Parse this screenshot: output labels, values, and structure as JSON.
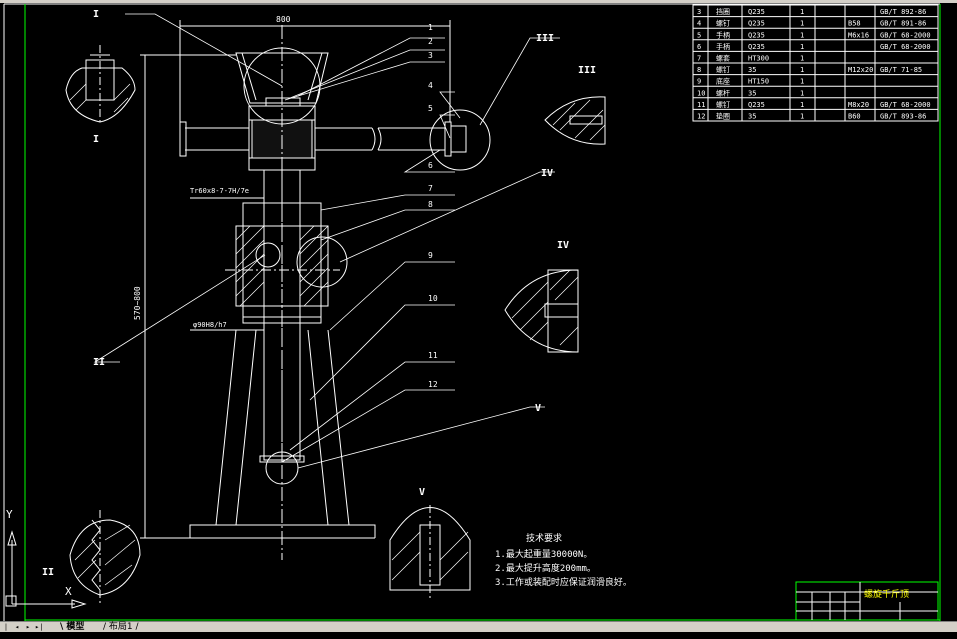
{
  "drawing": {
    "dimensions": {
      "width": "800",
      "height": "570~800",
      "thread": "Tr60x8-7-7H/7e",
      "fit": "φ90H8/h7"
    },
    "balloons": [
      "1",
      "2",
      "3",
      "4",
      "5",
      "6",
      "7",
      "8",
      "9",
      "10",
      "11",
      "12"
    ],
    "views": {
      "I": "I",
      "II": "II",
      "III": "III",
      "IV": "IV",
      "V": "V"
    },
    "tech_requirements": {
      "title": "技术要求",
      "items": [
        "1.最大起重量30000N。",
        "2.最大提升高度200mm。",
        "3.工作或装配时应保证润滑良好。"
      ]
    },
    "bom": {
      "rows": [
        [
          "3",
          "挡圈",
          "Q235",
          "1",
          "",
          "GB/T 892-86"
        ],
        [
          "4",
          "螺钉",
          "Q235",
          "1",
          "B58",
          "GB/T 891-86"
        ],
        [
          "5",
          "手柄",
          "Q235",
          "1",
          "M6x16",
          "GB/T 68-2000"
        ],
        [
          "6",
          "手柄",
          "Q235",
          "1",
          "",
          "GB/T 68-2000"
        ],
        [
          "7",
          "螺套",
          "HT300",
          "1",
          "",
          ""
        ],
        [
          "8",
          "螺钉",
          "35",
          "1",
          "M12x20",
          "GB/T 71-85"
        ],
        [
          "9",
          "底座",
          "HT150",
          "1",
          "",
          ""
        ],
        [
          "10",
          "螺杆",
          "35",
          "1",
          "",
          ""
        ],
        [
          "11",
          "螺钉",
          "Q235",
          "1",
          "M8x20",
          "GB/T 68-2000"
        ],
        [
          "12",
          "垫圈",
          "35",
          "1",
          "B60",
          "GB/T 893-86"
        ]
      ]
    },
    "title_block": {
      "name": "螺旋千斤顶"
    },
    "ucs": {
      "y": "Y",
      "x": "X"
    }
  },
  "tabs": {
    "model": "模型",
    "layout1": "布局1"
  }
}
